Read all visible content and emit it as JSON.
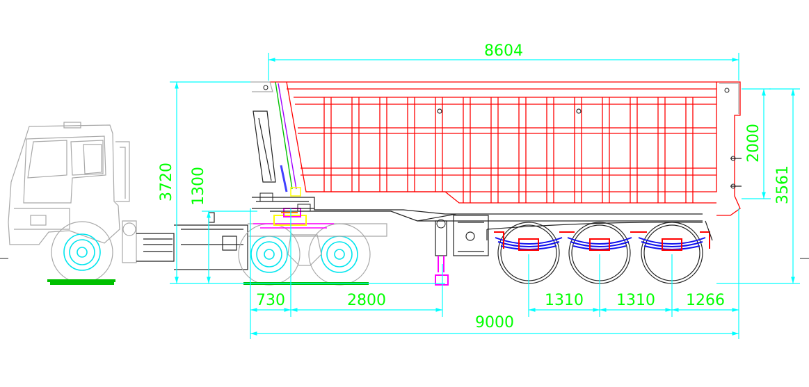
{
  "dimensions": {
    "overall_body_length": "8604",
    "overall_height": "3720",
    "fifth_wheel_height": "1300",
    "body_height": "2000",
    "rear_height": "3561",
    "kingpin_offset": "730",
    "kingpin_to_landing_gear": "2800",
    "axle_spacing_1": "1310",
    "axle_spacing_2": "1310",
    "rear_overhang": "1266",
    "overall_length": "9000"
  },
  "colors": {
    "dimension_text": "#00ff00",
    "dimension_line": "#00ffff",
    "body_outline": "#ff0000",
    "tractor_outline": "#a8a8a8",
    "wheel": "#00e5ee",
    "spring": "#1010ee",
    "fifth_wheel": "#ff00ff"
  }
}
